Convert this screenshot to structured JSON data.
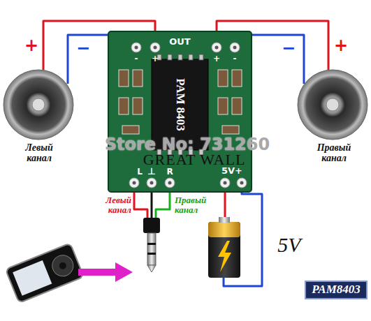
{
  "diagram": {
    "nodes": [
      {
        "text": [
          "OUT"
        ]
      },
      {
        "text": [
          "PAM 8403"
        ],
        "in": 0
      }
    ],
    "labels": [
      "+",
      "−",
      "−",
      "+",
      "-",
      "+",
      "+",
      "-",
      "Левый канал",
      "Правый канал",
      "Store No: 731260",
      "GREAT WALL",
      "L",
      "⊥",
      "R",
      "5V+",
      "Левый канал",
      "Правый канал",
      "5V",
      "PAM8403"
    ]
  }
}
